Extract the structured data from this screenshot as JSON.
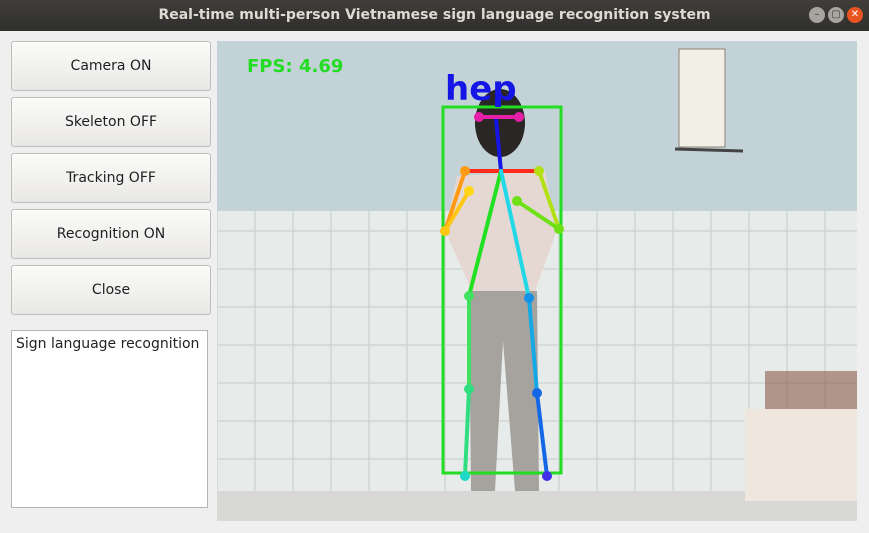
{
  "window": {
    "title": "Real-time multi-person Vietnamese sign language recognition system",
    "controls": {
      "minimize": "–",
      "maximize": "▢",
      "close": "✕"
    }
  },
  "sidebar": {
    "buttons": [
      {
        "label": "Camera ON"
      },
      {
        "label": "Skeleton OFF"
      },
      {
        "label": "Tracking OFF"
      },
      {
        "label": "Recognition ON"
      },
      {
        "label": "Close"
      }
    ],
    "output_text": "Sign language recognition"
  },
  "video": {
    "fps_label": "FPS:",
    "fps_value": "4.69",
    "person_label": "hep",
    "colors": {
      "box": "#22dd22",
      "fps": "#22dd22",
      "label": "#1515e6"
    }
  }
}
